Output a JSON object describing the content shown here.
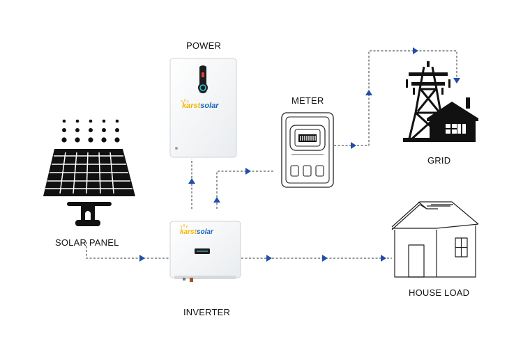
{
  "labels": {
    "power": "POWER",
    "meter": "METER",
    "grid": "GRID",
    "solar_panel": "SOLAR PANEL",
    "house_load": "HOUSE LOAD",
    "inverter": "INVERTER"
  },
  "brand": {
    "prefix": "karst",
    "suffix": "solar"
  },
  "colors": {
    "arrow": "#1f4fa8",
    "line": "#333333",
    "brand_blue": "#1b66b8",
    "brand_yellow": "#f2b705",
    "dark": "#111111"
  }
}
